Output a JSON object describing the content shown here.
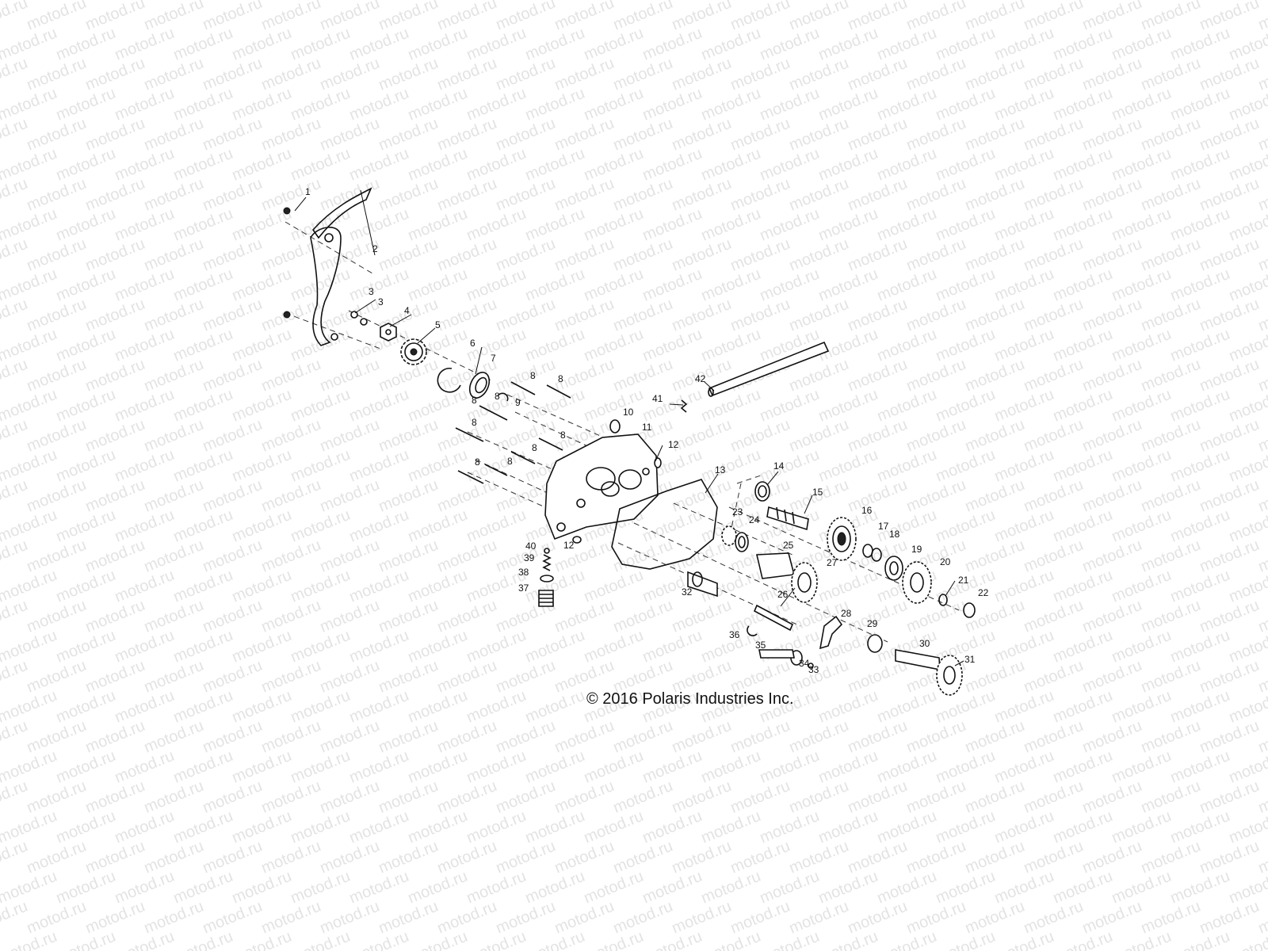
{
  "watermark": {
    "text": "motod.ru"
  },
  "diagram": {
    "copyright": "© 2016 Polaris Industries Inc.",
    "callouts": [
      {
        "id": "c1",
        "label": "1"
      },
      {
        "id": "c2",
        "label": "2"
      },
      {
        "id": "c3a",
        "label": "3"
      },
      {
        "id": "c3b",
        "label": "3"
      },
      {
        "id": "c4",
        "label": "4"
      },
      {
        "id": "c5",
        "label": "5"
      },
      {
        "id": "c6",
        "label": "6"
      },
      {
        "id": "c7",
        "label": "7"
      },
      {
        "id": "c8a",
        "label": "8"
      },
      {
        "id": "c8b",
        "label": "8"
      },
      {
        "id": "c8c",
        "label": "8"
      },
      {
        "id": "c8d",
        "label": "8"
      },
      {
        "id": "c8e",
        "label": "8"
      },
      {
        "id": "c8f",
        "label": "8"
      },
      {
        "id": "c8g",
        "label": "8"
      },
      {
        "id": "c8h",
        "label": "8"
      },
      {
        "id": "c8i",
        "label": "8"
      },
      {
        "id": "c9",
        "label": "9"
      },
      {
        "id": "c10",
        "label": "10"
      },
      {
        "id": "c11",
        "label": "11"
      },
      {
        "id": "c12a",
        "label": "12"
      },
      {
        "id": "c12b",
        "label": "12"
      },
      {
        "id": "c13",
        "label": "13"
      },
      {
        "id": "c14",
        "label": "14"
      },
      {
        "id": "c15",
        "label": "15"
      },
      {
        "id": "c16",
        "label": "16"
      },
      {
        "id": "c17",
        "label": "17"
      },
      {
        "id": "c18",
        "label": "18"
      },
      {
        "id": "c19",
        "label": "19"
      },
      {
        "id": "c20",
        "label": "20"
      },
      {
        "id": "c21",
        "label": "21"
      },
      {
        "id": "c22",
        "label": "22"
      },
      {
        "id": "c23",
        "label": "23"
      },
      {
        "id": "c24",
        "label": "24"
      },
      {
        "id": "c25",
        "label": "25"
      },
      {
        "id": "c26",
        "label": "26"
      },
      {
        "id": "c27",
        "label": "27"
      },
      {
        "id": "c28",
        "label": "28"
      },
      {
        "id": "c29",
        "label": "29"
      },
      {
        "id": "c30",
        "label": "30"
      },
      {
        "id": "c31",
        "label": "31"
      },
      {
        "id": "c32",
        "label": "32"
      },
      {
        "id": "c33",
        "label": "33"
      },
      {
        "id": "c34",
        "label": "34"
      },
      {
        "id": "c35",
        "label": "35"
      },
      {
        "id": "c36",
        "label": "36"
      },
      {
        "id": "c37",
        "label": "37"
      },
      {
        "id": "c38",
        "label": "38"
      },
      {
        "id": "c39",
        "label": "39"
      },
      {
        "id": "c40",
        "label": "40"
      },
      {
        "id": "c41",
        "label": "41"
      },
      {
        "id": "c42",
        "label": "42"
      }
    ]
  }
}
